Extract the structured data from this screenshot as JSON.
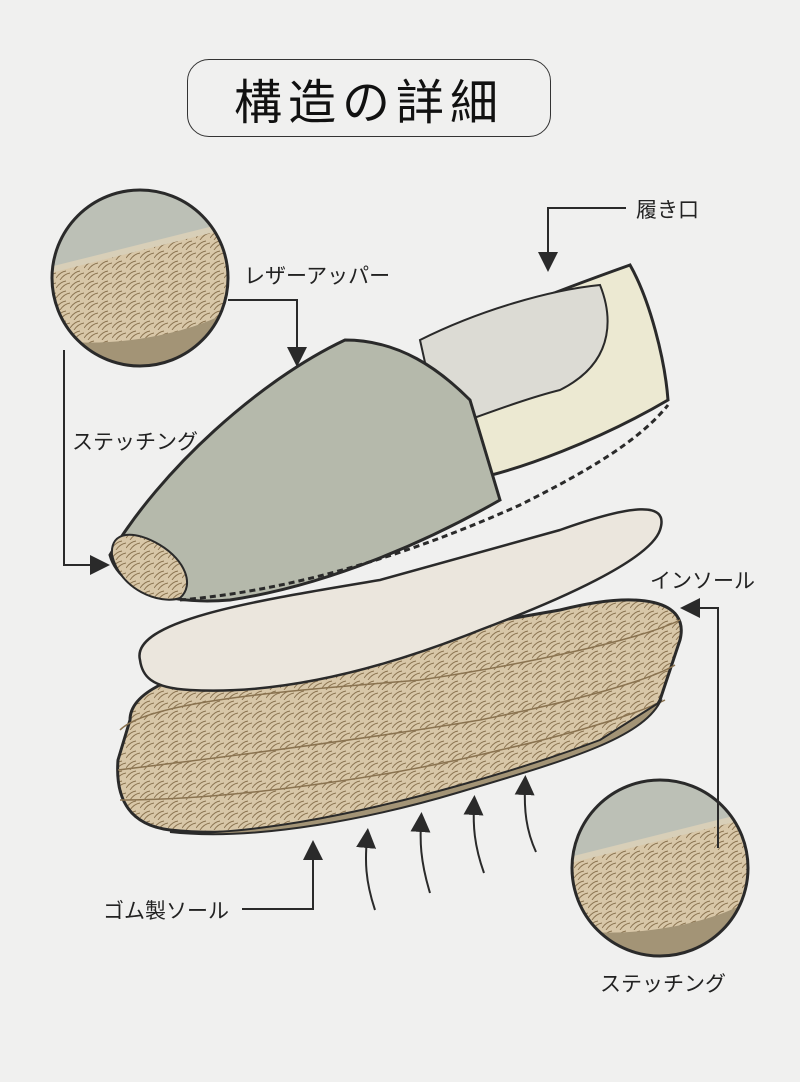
{
  "title": "構造の詳細",
  "labels": {
    "opening": "履き口",
    "leather_upper": "レザーアッパー",
    "stitching_left": "ステッチング",
    "insole": "インソール",
    "rubber_sole": "ゴム製ソール",
    "stitching_bottom": "ステッチング"
  },
  "colors": {
    "background": "#f0f0ef",
    "upper_green": "#b5b9ab",
    "upper_cream": "#ece9d2",
    "insole": "#ebe6dd",
    "jute": "#d8c7a8",
    "jute_dark": "#a08a66",
    "line": "#2a2a2a"
  },
  "icons": [
    "arrow-icon",
    "detail-magnifier-circle"
  ]
}
